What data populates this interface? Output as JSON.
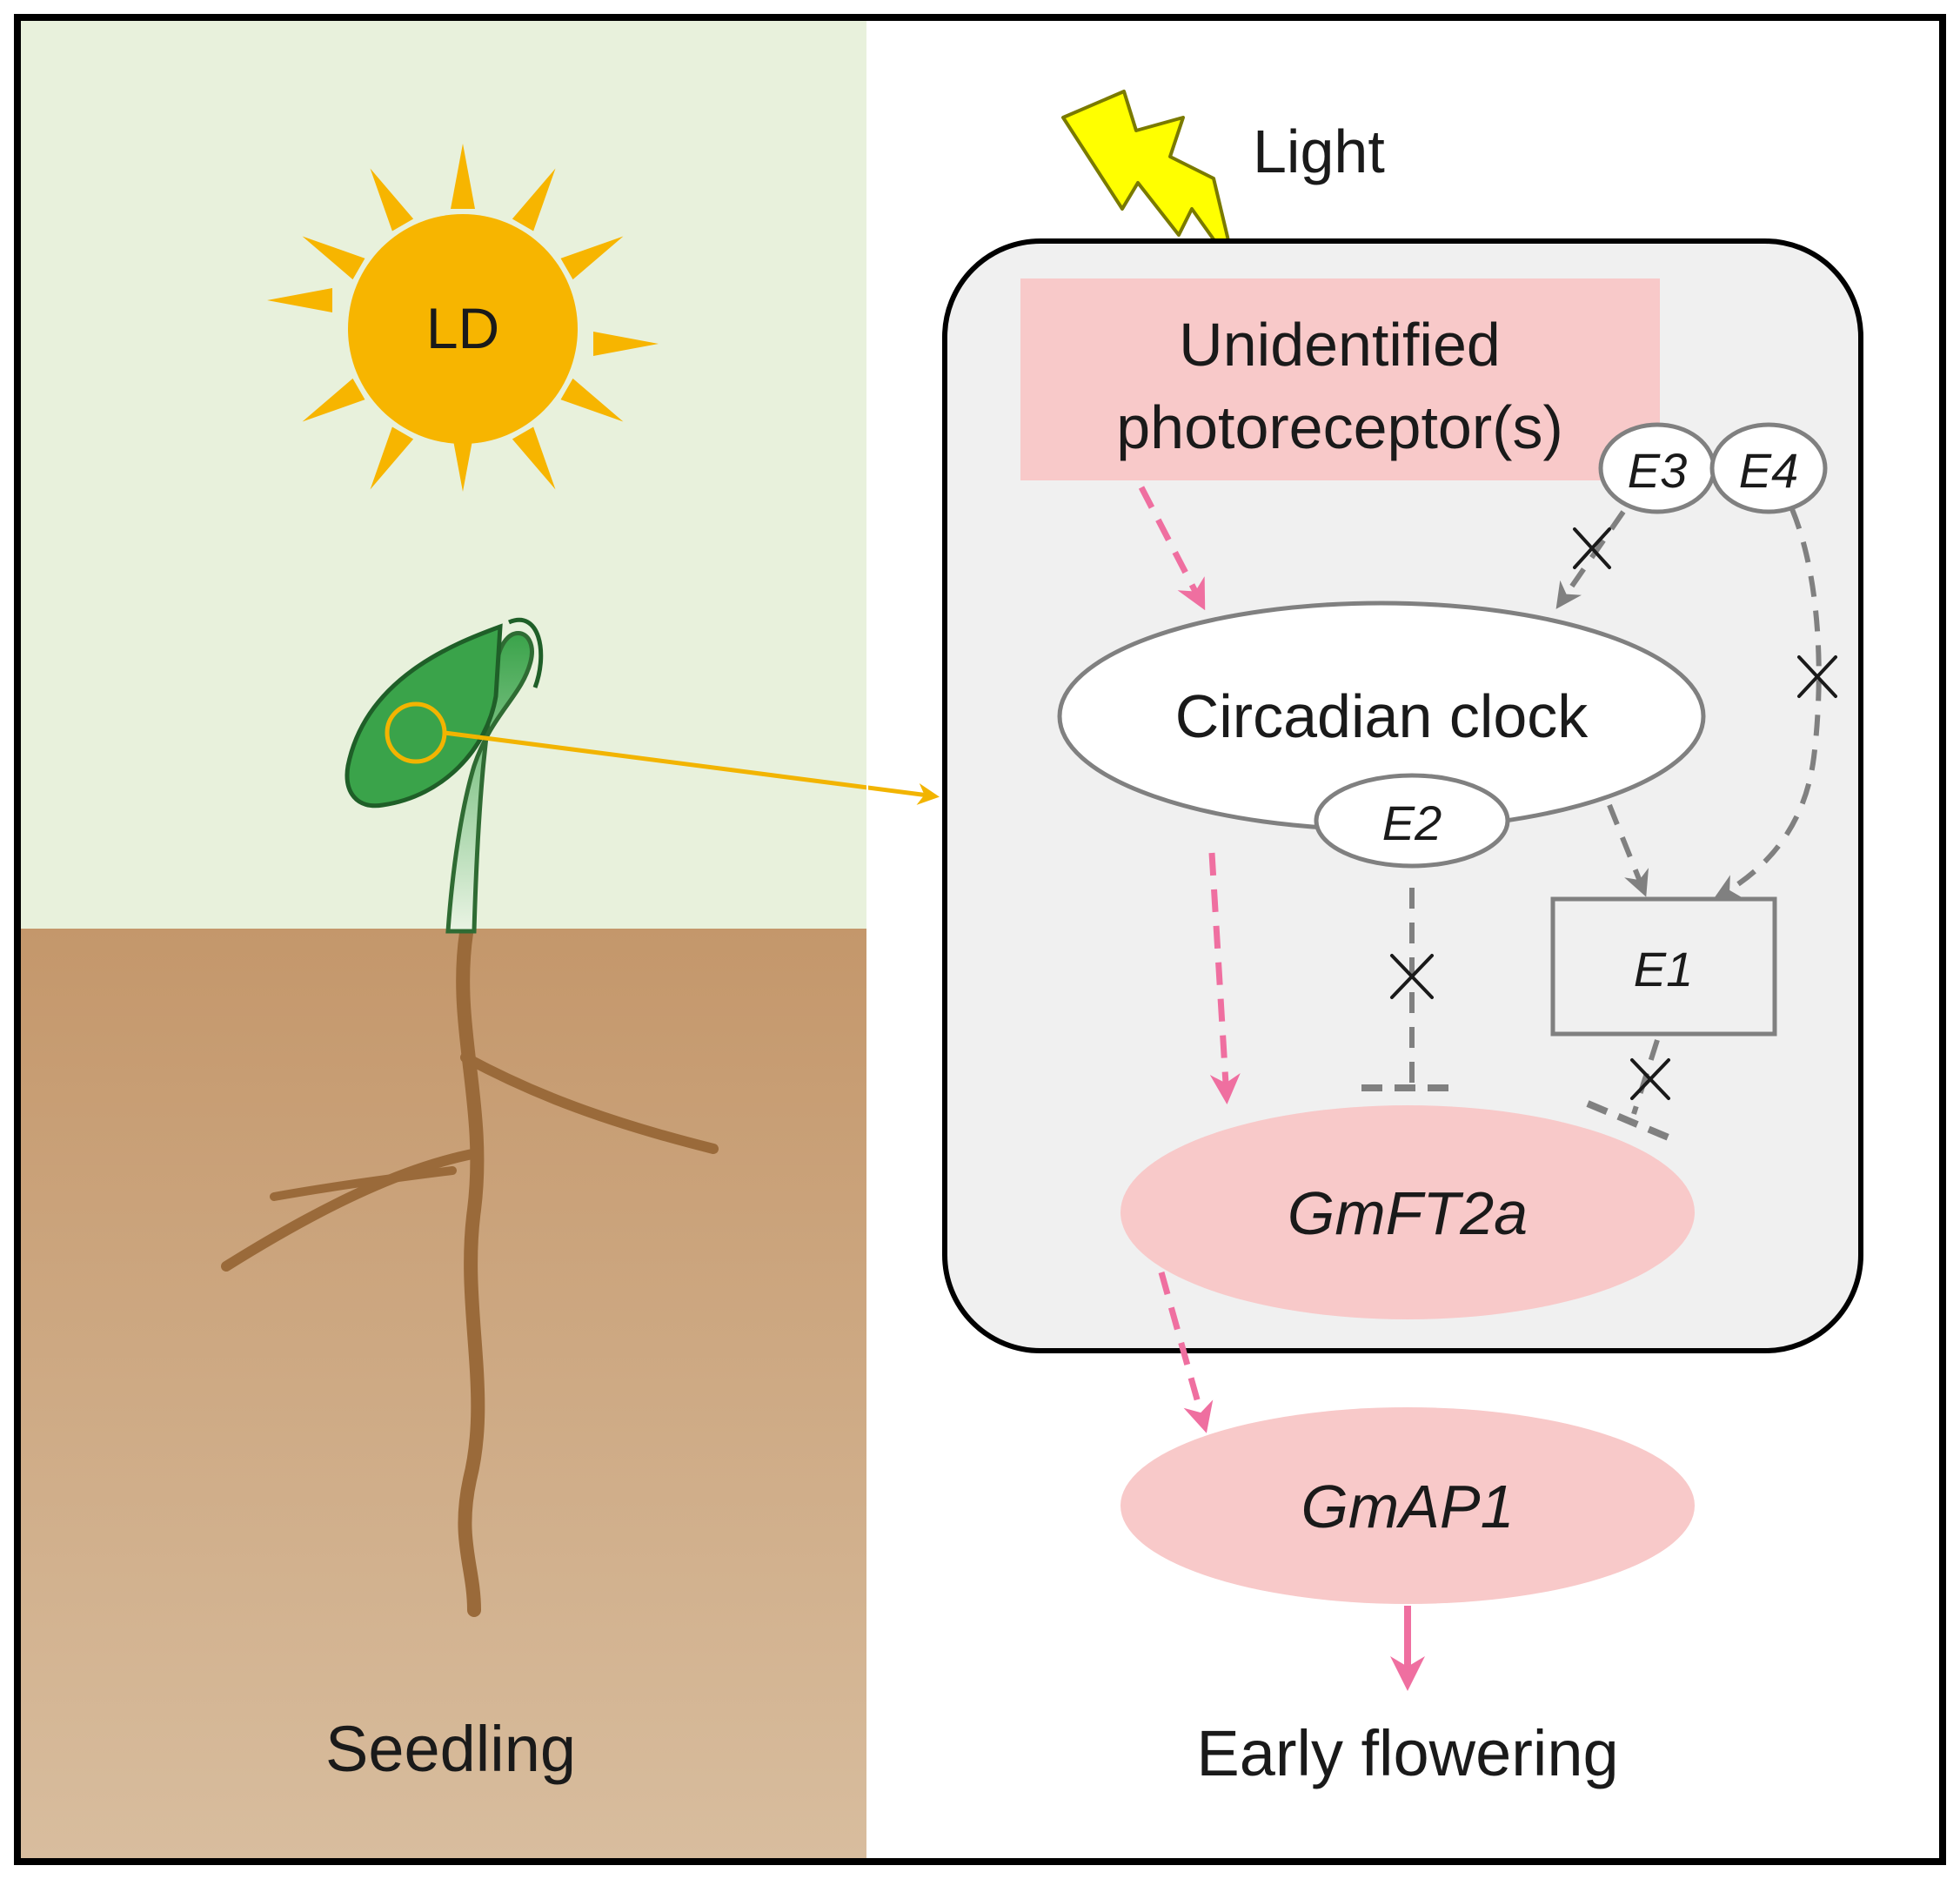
{
  "left_panel": {
    "sun_label": "LD",
    "caption": "Seedling"
  },
  "right_panel": {
    "light_label": "Light",
    "photoreceptor_line1": "Unidentified",
    "photoreceptor_line2": "photoreceptor(s)",
    "e3_label": "E3",
    "e4_label": "E4",
    "clock_label": "Circadian clock",
    "e2_label": "E2",
    "e1_label": "E1",
    "gmft2a_label": "GmFT2a",
    "gmap1_label": "GmAP1",
    "outcome_label": "Early flowering"
  },
  "colors": {
    "sky": "#e8f1dc",
    "soil_top": "#c4976b",
    "soil_bottom": "#d8bd9e",
    "sun": "#f7b500",
    "leaf": "#3aa34a",
    "root": "#9a6a3a",
    "cell_fill": "#f0f0f0",
    "pink_fill": "#f8c9c9",
    "pink_arrow": "#ef6fa0",
    "grey_arrow": "#808080",
    "connector": "#f2b400",
    "bolt": "#ffff00"
  }
}
